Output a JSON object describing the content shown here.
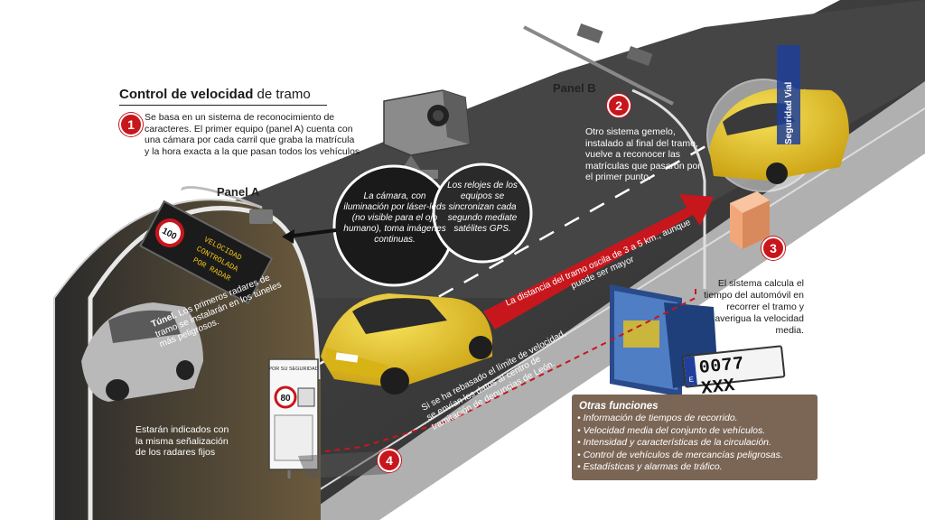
{
  "title": {
    "bold": "Control de velocidad",
    "rest": " de tramo"
  },
  "steps": {
    "1": "Se basa en un sistema de reconocimiento de caracteres. El primer equipo (panel A) cuenta con una cámara por cada carril que graba la matrícula y la hora  exacta a la que pasan todos los vehículos",
    "2": "Otro sistema gemelo, instalado al final del tramo, vuelve a reconocer las matrículas que pasaron por el primer punto.",
    "3": "El sistema calcula el tiempo del automóvil en recorrer el tramo y averigua la velocidad media.",
    "4": "Si se ha rebasado el límite de velocidad, se envían los datos al centro de tramitación de denuncias de León."
  },
  "step_numbers": [
    "1",
    "2",
    "3",
    "4"
  ],
  "panel_a": "Panel A",
  "panel_b": "Panel B",
  "camera_bubble": "La cámara, con iluminación por láser-leds (no visible para el ojo humano), toma imágenes continuas.",
  "clock_bubble": "Los relojes de los equipos se sincronizan cada segundo mediate satélites GPS.",
  "distance_note": "La distancia del tramo oscila de 3 a 5 km., aunque puede ser mayor",
  "tunnel_note": {
    "bold": "Túnel.",
    "rest": " Los primeros radares de tramo se instalarán en los túneles más peligrosos."
  },
  "signage_note": "Estarán indicados con la misma señalización de los radares fijos",
  "led_sign": {
    "limit": "100",
    "lines": [
      "VELOCIDAD",
      "CONTROLADA",
      "POR RADAR"
    ]
  },
  "road_sign": {
    "header": "POR SU SEGURIDAD",
    "limit": "80"
  },
  "plate": {
    "country": "E",
    "number": "0077 XXX"
  },
  "car_decal": "Seguridad Vial",
  "otras": {
    "title": "Otras funciones",
    "items": [
      "Información de tiempos de recorrido.",
      "Velocidad media del conjunto de vehículos.",
      "Intensidad y características de la circulación.",
      "Control de vehículos de mercancías peligrosas.",
      "Estadísticas y alarmas de tráfico."
    ]
  },
  "colors": {
    "accent_red": "#c8161d",
    "road": "#3d3d3d",
    "car_yellow": "#e8c31c",
    "info_box": "#7b6656"
  }
}
